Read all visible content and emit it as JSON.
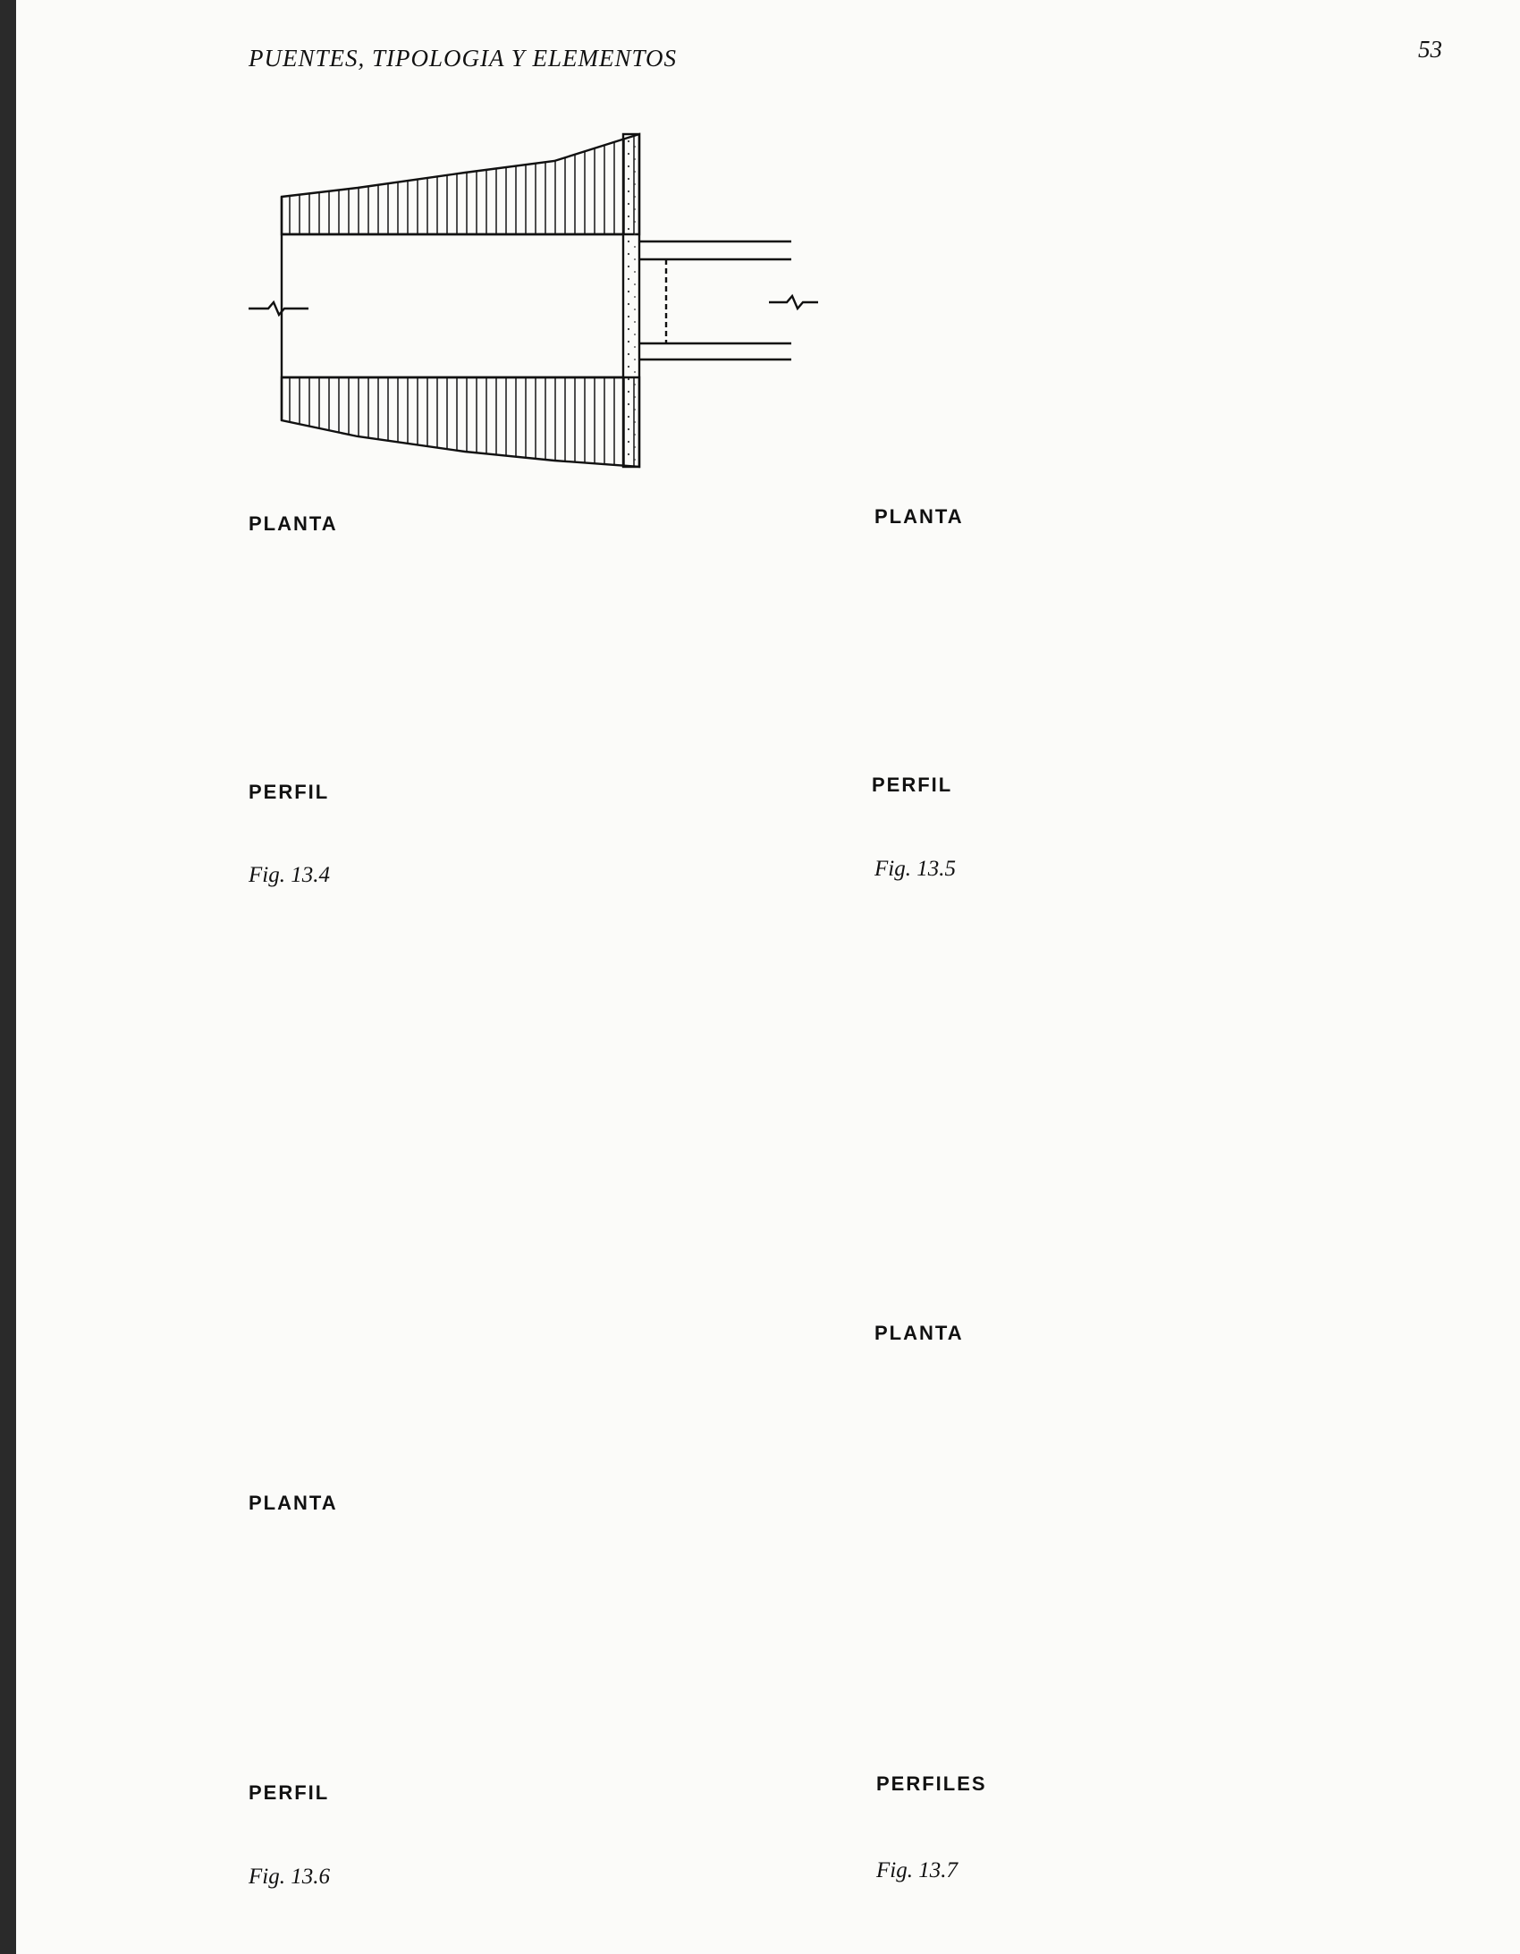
{
  "header": {
    "running_title": "PUENTES, TIPOLOGIA Y ELEMENTOS",
    "page_number": "53"
  },
  "figures": [
    {
      "id": "13.4",
      "planta_label": "PLANTA",
      "perfil_label": "PERFIL",
      "caption": "Fig. 13.4"
    },
    {
      "id": "13.5",
      "planta_label": "PLANTA",
      "perfil_label": "PERFIL",
      "caption": "Fig. 13.5"
    },
    {
      "id": "13.6",
      "planta_label": "PLANTA",
      "perfil_label": "PERFIL",
      "caption": "Fig. 13.6"
    },
    {
      "id": "13.7",
      "planta_label": "PLANTA",
      "perfil_label": "PERFILES",
      "caption": "Fig. 13.7"
    }
  ]
}
